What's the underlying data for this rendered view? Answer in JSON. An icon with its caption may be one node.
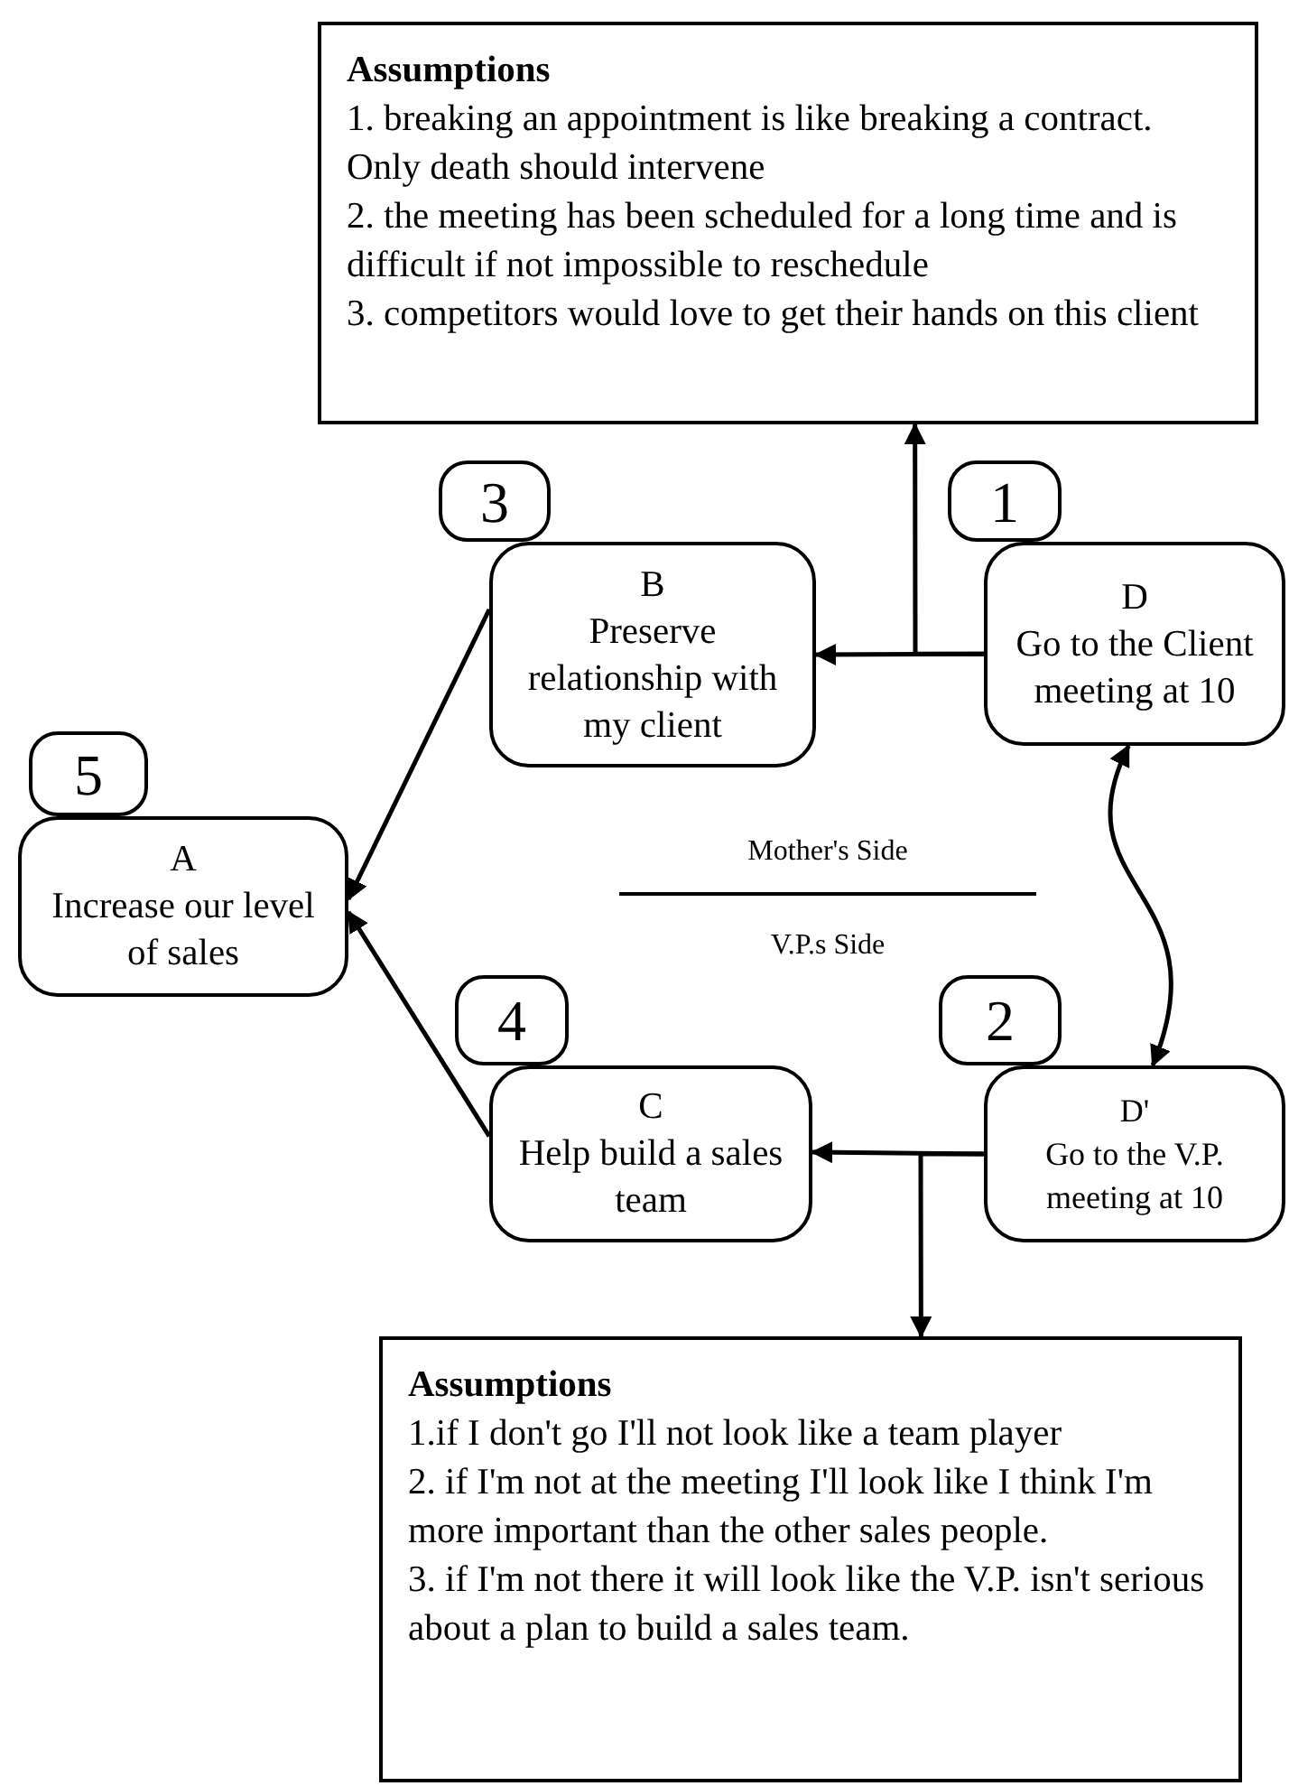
{
  "diagram": {
    "nodes": [
      {
        "text": [
          "Assumptions",
          "1. breaking an appointment is like breaking a contract. Only death should intervene",
          "2. the meeting has been scheduled for a long time and is difficult if not impossible to reschedule",
          "3. competitors would love to get their hands on this client"
        ]
      },
      {
        "text": [
          "3"
        ]
      },
      {
        "text": [
          "B",
          "Preserve relationship with my client"
        ]
      },
      {
        "text": [
          "1"
        ]
      },
      {
        "text": [
          "D",
          "Go to the Client meeting at 10"
        ]
      },
      {
        "text": [
          "5"
        ]
      },
      {
        "text": [
          "A",
          "Increase our level of sales"
        ]
      },
      {
        "text": [
          "4"
        ]
      },
      {
        "text": [
          "C",
          "Help build a sales team"
        ]
      },
      {
        "text": [
          "2"
        ]
      },
      {
        "text": [
          "D'",
          "Go to the V.P. meeting at 10"
        ]
      },
      {
        "text": [
          "Assumptions",
          "1.if I don't go I'll not look like a team player",
          "2. if I'm not at the meeting I'll look like I think I'm more important than the other sales people.",
          "3. if I'm not there it will look like the V.P. isn't serious about a plan to build a sales team."
        ]
      }
    ],
    "edges": [
      {
        "from": 2,
        "to": 6,
        "arrow": "to"
      },
      {
        "from": 8,
        "to": 6,
        "arrow": "to"
      },
      {
        "from": 4,
        "to": 2,
        "arrow": "to"
      },
      {
        "from": 4,
        "to": 0,
        "arrow": "to"
      },
      {
        "from": 10,
        "to": 8,
        "arrow": "to"
      },
      {
        "from": 10,
        "to": 11,
        "arrow": "to"
      },
      {
        "from": 4,
        "to": 10,
        "arrow": "both"
      }
    ],
    "labels": [
      "Mother's Side",
      "V.P.s Side"
    ]
  }
}
